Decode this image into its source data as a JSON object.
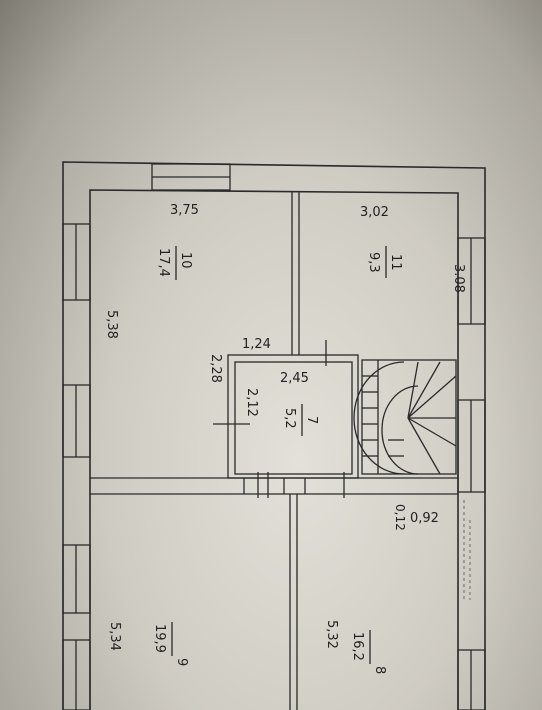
{
  "colors": {
    "paper": "#dcdad2",
    "ink": "#2a2a2a",
    "shadow": "#3d3b36"
  },
  "dimensions": {
    "room10_width": "3,75",
    "room11_width": "3,02",
    "room11_depth": "3.08",
    "room10_depth": "5,38",
    "corridor_width": "1,24",
    "corridor_depth": "2,28",
    "room7_width": "2,45",
    "room7_depth": "2,12",
    "wall_gap": "0,12",
    "passage": "0,92",
    "room9_depth": "5,34",
    "room8_depth": "5,32"
  },
  "rooms": {
    "r10_number": "10",
    "r10_area": "17,4",
    "r11_number": "11",
    "r11_area": "9,3",
    "r7_number": "7",
    "r7_area": "5,2",
    "r9_number": "9",
    "r9_area": "19,9",
    "r8_number": "8",
    "r8_area": "16,2"
  }
}
